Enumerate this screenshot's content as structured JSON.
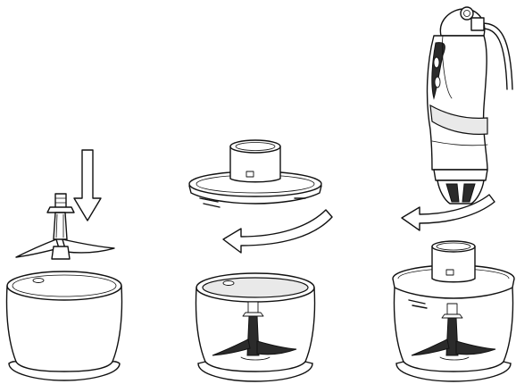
{
  "figure": {
    "steps": [
      {
        "id": 1,
        "icon": "blade-insert-arrow-icon"
      },
      {
        "id": 2,
        "icon": "lid-rotate-arrow-icon"
      },
      {
        "id": 3,
        "icon": "motor-attach-arrow-icon"
      }
    ]
  }
}
